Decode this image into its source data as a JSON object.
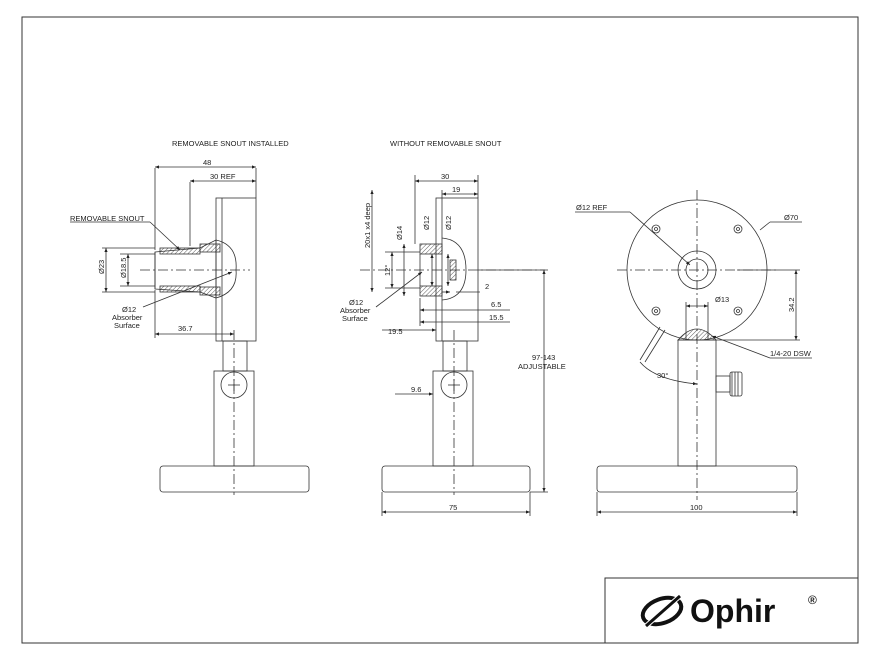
{
  "views": {
    "installed": {
      "title": "REMOVABLE SNOUT INSTALLED",
      "snout_label": "REMOVABLE SNOUT",
      "dims": {
        "overall": "48",
        "ref": "30 REF",
        "d23": "Ø23",
        "d18_5": "Ø18.5",
        "d12": "Ø12",
        "absorber1": "Absorber",
        "absorber2": "Surface",
        "depth": "36.7"
      }
    },
    "without": {
      "title": "WITHOUT REMOVABLE SNOUT",
      "dims": {
        "w30": "30",
        "w19": "19",
        "thread": "20x1 x4 deep",
        "d14": "Ø14",
        "d12a": "Ø12",
        "d12b": "Ø12",
        "angle": "12°",
        "d12c": "Ø12",
        "absorber1": "Absorber",
        "absorber2": "Surface",
        "v2": "2",
        "v6_5": "6.5",
        "v15_5": "15.5",
        "v19_5": "19.5",
        "v9_6": "9.6",
        "height1": "97-143",
        "height2": "ADJUSTABLE",
        "base": "75"
      }
    },
    "front": {
      "dims": {
        "d12ref": "Ø12 REF",
        "d70": "Ø70",
        "d13": "Ø13",
        "v34_2": "34.2",
        "thread": "1/4-20 DSW",
        "angle": "30°",
        "base": "100"
      }
    }
  },
  "logo": {
    "text": "Ophir",
    "mark": "®"
  }
}
